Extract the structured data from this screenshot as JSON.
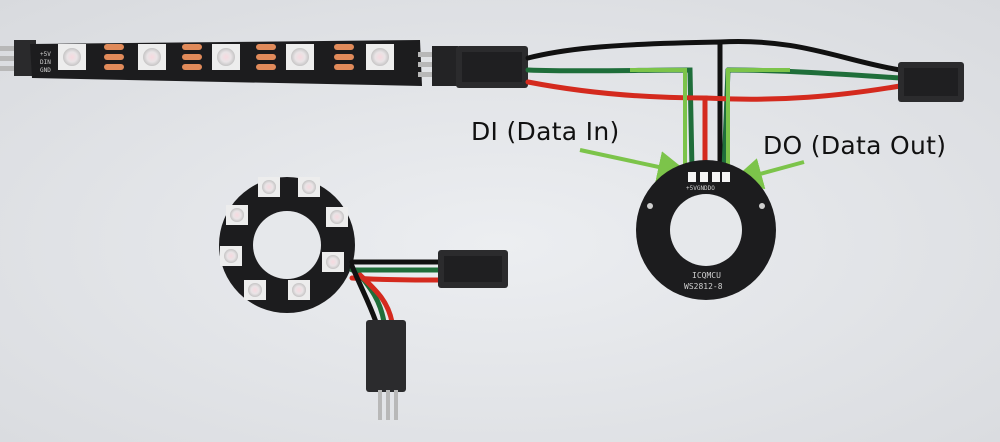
{
  "labels": {
    "data_in": "DI (Data In)",
    "data_out": "DO (Data Out)"
  },
  "ring_board": {
    "brand": "ICQMCU",
    "model": "WS2812-8",
    "pin_labels": "+5VGNDDO"
  },
  "strip_board": {
    "pin_labels": [
      "+5V",
      "DIN",
      "GND"
    ]
  },
  "colors": {
    "background": "#e4e6ea",
    "pcb": "#1c1c1e",
    "wire_red": "#d42a1e",
    "wire_green": "#1f6e3a",
    "wire_black": "#111111",
    "arrow": "#7cc44a"
  }
}
